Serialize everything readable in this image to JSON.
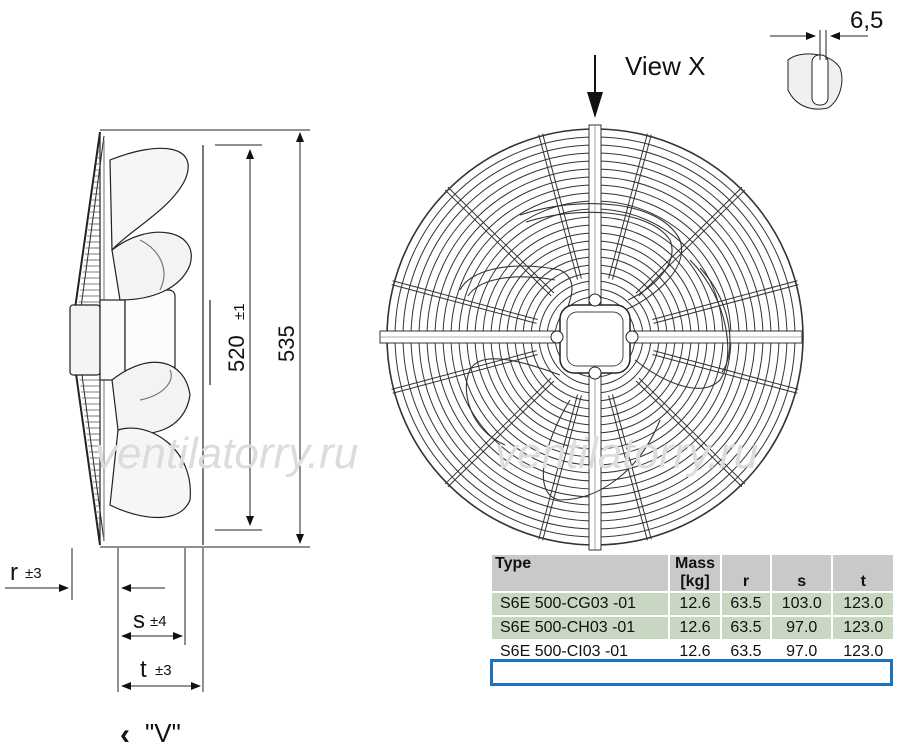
{
  "view_label": "View X",
  "detail_dim": "6,5",
  "dims": {
    "d520": "520",
    "d520_tol": "±1",
    "d535": "535",
    "r_label": "r",
    "r_tol": "±3",
    "s_label": "s",
    "s_tol": "±4",
    "t_label": "t",
    "t_tol": "±3"
  },
  "v_label": "\"V\"",
  "v_arrow": "‹",
  "watermark": "ventilatorry.ru",
  "table": {
    "headers": {
      "type": "Type",
      "mass": "Mass",
      "mass_unit": "[kg]",
      "r": "r",
      "s": "s",
      "t": "t"
    },
    "rows": [
      {
        "type": "S6E  500-CG03  -01",
        "mass": "12.6",
        "r": "63.5",
        "s": "103.0",
        "t": "123.0",
        "selected": false
      },
      {
        "type": "S6E  500-CH03  -01",
        "mass": "12.6",
        "r": "63.5",
        "s": "97.0",
        "t": "123.0",
        "selected": false
      },
      {
        "type": "S6E  500-CI03   -01",
        "mass": "12.6",
        "r": "63.5",
        "s": "97.0",
        "t": "123.0",
        "selected": true
      }
    ]
  },
  "colors": {
    "line": "#222222",
    "row_fill": "#c7d7c1",
    "header_fill": "#c9c9c9",
    "highlight": "#1e73be"
  }
}
